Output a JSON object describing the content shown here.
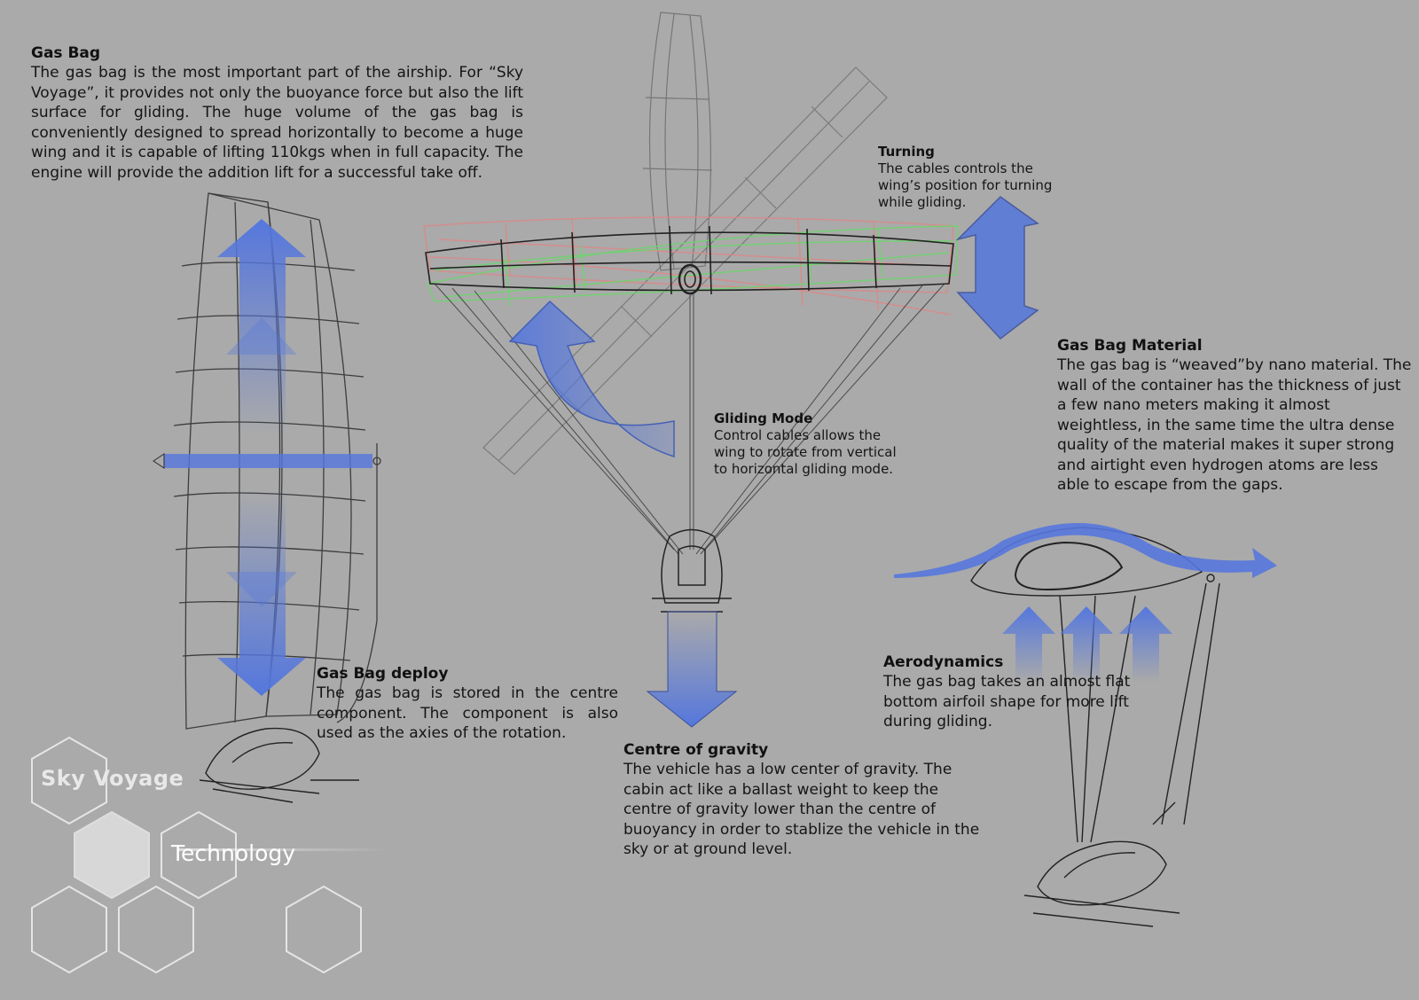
{
  "gas_bag": {
    "heading": "Gas Bag",
    "body": "The gas bag is the most important part of the airship. For “Sky Voyage”, it provides not only the buoyance force but also the lift surface for gliding. The huge volume of the gas bag is conveniently designed to spread horizontally to become a huge wing and it is capable of lifting 110kgs when in full capacity. The engine will provide the addition lift for a successful take off."
  },
  "turning": {
    "heading": "Turning",
    "body": "The cables controls the wing’s position for turning while gliding."
  },
  "gas_bag_material": {
    "heading": "Gas Bag Material",
    "body": "The gas bag is “weaved”by nano material. The wall of the container has the thickness of just a few nano meters making it almost weightless, in the same time the ultra dense quality of the material makes it super strong and airtight even hydrogen atoms are less able to escape from the gaps."
  },
  "gliding_mode": {
    "heading": "Gliding Mode",
    "body": "Control cables allows the wing to rotate from vertical to horizontal gliding mode."
  },
  "gas_bag_deploy": {
    "heading": "Gas Bag deploy",
    "body": "The gas bag is stored in the centre component. The component is also used as the axies of the rotation."
  },
  "centre_of_gravity": {
    "heading": "Centre of gravity",
    "body": "The vehicle has a low center of gravity. The cabin act like a ballast weight to keep the centre of gravity lower than the centre of buoyancy in order to stablize the vehicle in the sky or at ground level."
  },
  "aerodynamics": {
    "heading": "Aerodynamics",
    "body": "The gas bag takes an almost flat bottom airfoil shape for more lift during gliding."
  },
  "brand": {
    "title": "Sky Voyage",
    "subtitle": "Technology"
  },
  "colors": {
    "background": "#aaaaaa",
    "arrow_blue": "#5b79d6",
    "wing_red": "#d98a8a",
    "wing_green": "#6fd46f",
    "sketch_line": "#2a2a2a"
  }
}
